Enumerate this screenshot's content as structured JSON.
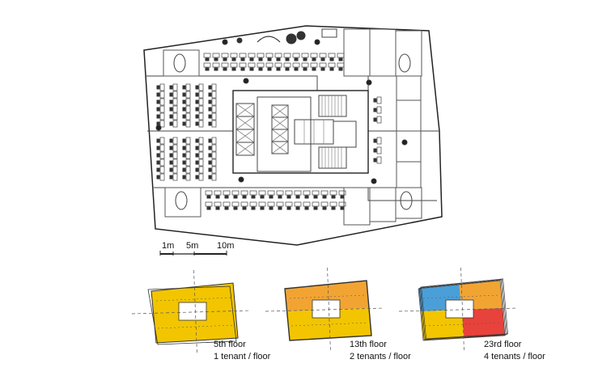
{
  "scale_bar": {
    "labels": [
      "1m",
      "5m",
      "10m"
    ]
  },
  "diagrams": [
    {
      "floor": "5th floor",
      "tenancy": "1 tenant / floor",
      "tenants": 1,
      "zone_colors": [
        "#f2c500"
      ]
    },
    {
      "floor": "13th floor",
      "tenancy": "2 tenants / floor",
      "tenants": 2,
      "zone_colors": [
        "#f2a433",
        "#f2c500"
      ]
    },
    {
      "floor": "23rd floor",
      "tenancy": "4 tenants / floor",
      "tenants": 4,
      "zone_colors": [
        "#4a9fd8",
        "#f2a433",
        "#f2c500",
        "#e8423c"
      ]
    }
  ],
  "colors": {
    "line": "#333333",
    "core": "#ffffff",
    "axis": "#555555"
  }
}
